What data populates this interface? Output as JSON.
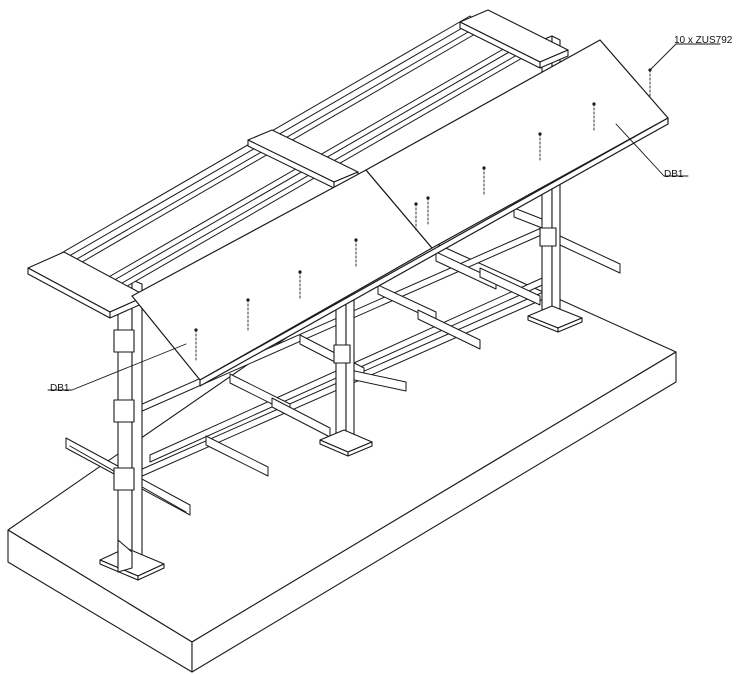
{
  "callouts": {
    "fasteners": "10 x ZUS792",
    "panel_right": "DB1",
    "panel_left": "DB1"
  },
  "colors": {
    "line": "#1a1a1a",
    "fill": "#ffffff",
    "background": "#ffffff"
  }
}
